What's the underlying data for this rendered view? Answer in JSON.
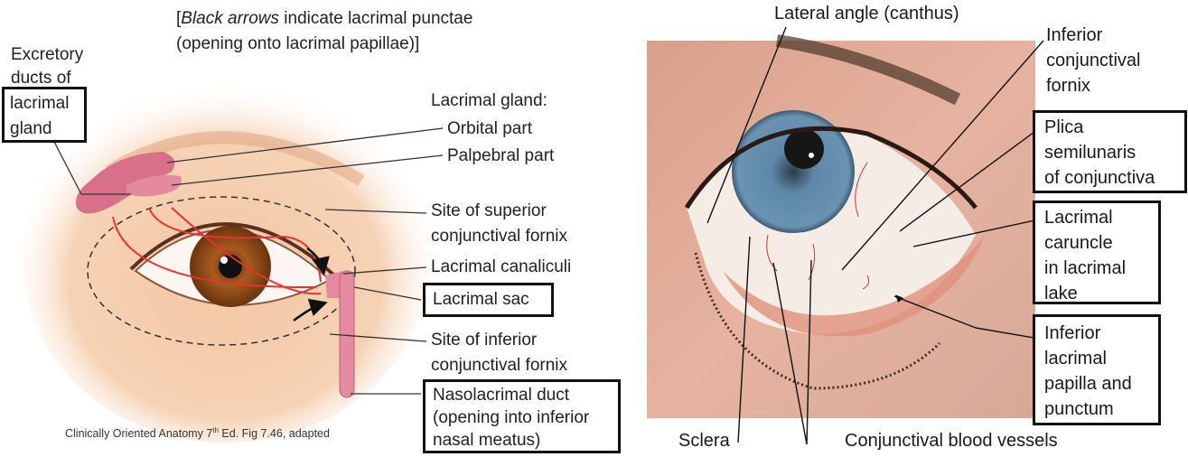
{
  "left_diagram": {
    "note_line1_italic": "Black arrows",
    "note_line1_rest": " indicate lacrimal punctae",
    "note_line2": "(opening onto lacrimal papillae)]",
    "note_open_bracket": "[",
    "excretory_ducts_line": "Excretory",
    "excretory_ducts_line2": "ducts of",
    "excretory_box": [
      "lacrimal",
      "gland"
    ],
    "lacrimal_gland_heading": "Lacrimal gland:",
    "orbital_part": "Orbital part",
    "palpebral_part": "Palpebral part",
    "superior_fornix": [
      "Site of superior",
      "conjunctival fornix"
    ],
    "canaliculi": "Lacrimal canaliculi",
    "lacrimal_sac": "Lacrimal sac",
    "inferior_fornix": [
      "Site of inferior",
      "conjunctival fornix"
    ],
    "nasolacrimal_duct": [
      "Nasolacrimal duct",
      "(opening into inferior",
      "nasal meatus)"
    ],
    "caption_pre": "Clinically Oriented Anatomy  7",
    "caption_sup": "th",
    "caption_post": " Ed. Fig 7.46, adapted"
  },
  "right_photo": {
    "lateral_angle": "Lateral angle (canthus)",
    "inferior_fornix": [
      "Inferior",
      "conjunctival",
      "fornix"
    ],
    "plica": [
      "Plica",
      "semilunaris",
      "of conjunctiva"
    ],
    "caruncle": [
      "Lacrimal",
      "caruncle",
      "in lacrimal",
      "lake"
    ],
    "papilla": [
      "Inferior",
      "lacrimal",
      "papilla and",
      "punctum"
    ],
    "sclera": "Sclera",
    "blood_vessels": "Conjunctival blood vessels"
  },
  "colors": {
    "duct_red": "#e8322b",
    "gland_pink": "#d9708a",
    "iris_brown": "#a85a1e",
    "iris_blue": "#5e87a8"
  }
}
